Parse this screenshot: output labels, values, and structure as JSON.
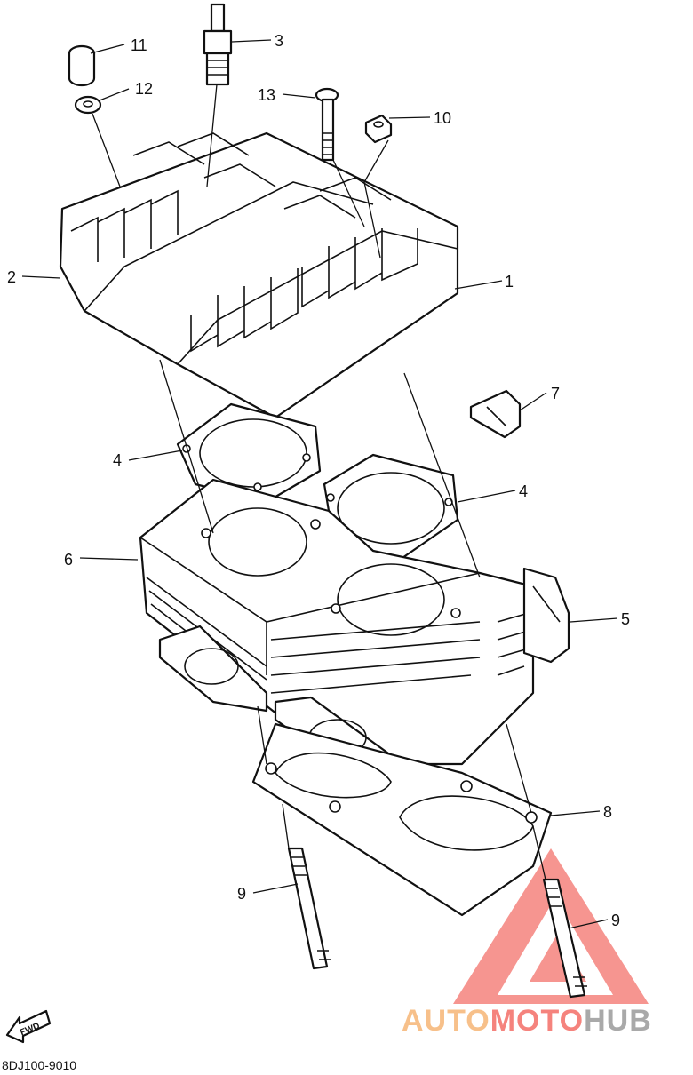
{
  "diagram": {
    "code": "8DJ100-9010",
    "fwd": "FWD",
    "watermark": {
      "left": "AUTO",
      "middle": "MOTO",
      "right": "HUB"
    },
    "colors": {
      "line": "#111111",
      "watermark_red": "#f5837d",
      "watermark_orange": "#f7c08a",
      "watermark_gray": "#a9a9a9"
    },
    "callouts": [
      "11",
      "3",
      "12",
      "13",
      "10",
      "2",
      "1",
      "7",
      "4",
      "4",
      "6",
      "5",
      "8",
      "9",
      "9"
    ]
  }
}
